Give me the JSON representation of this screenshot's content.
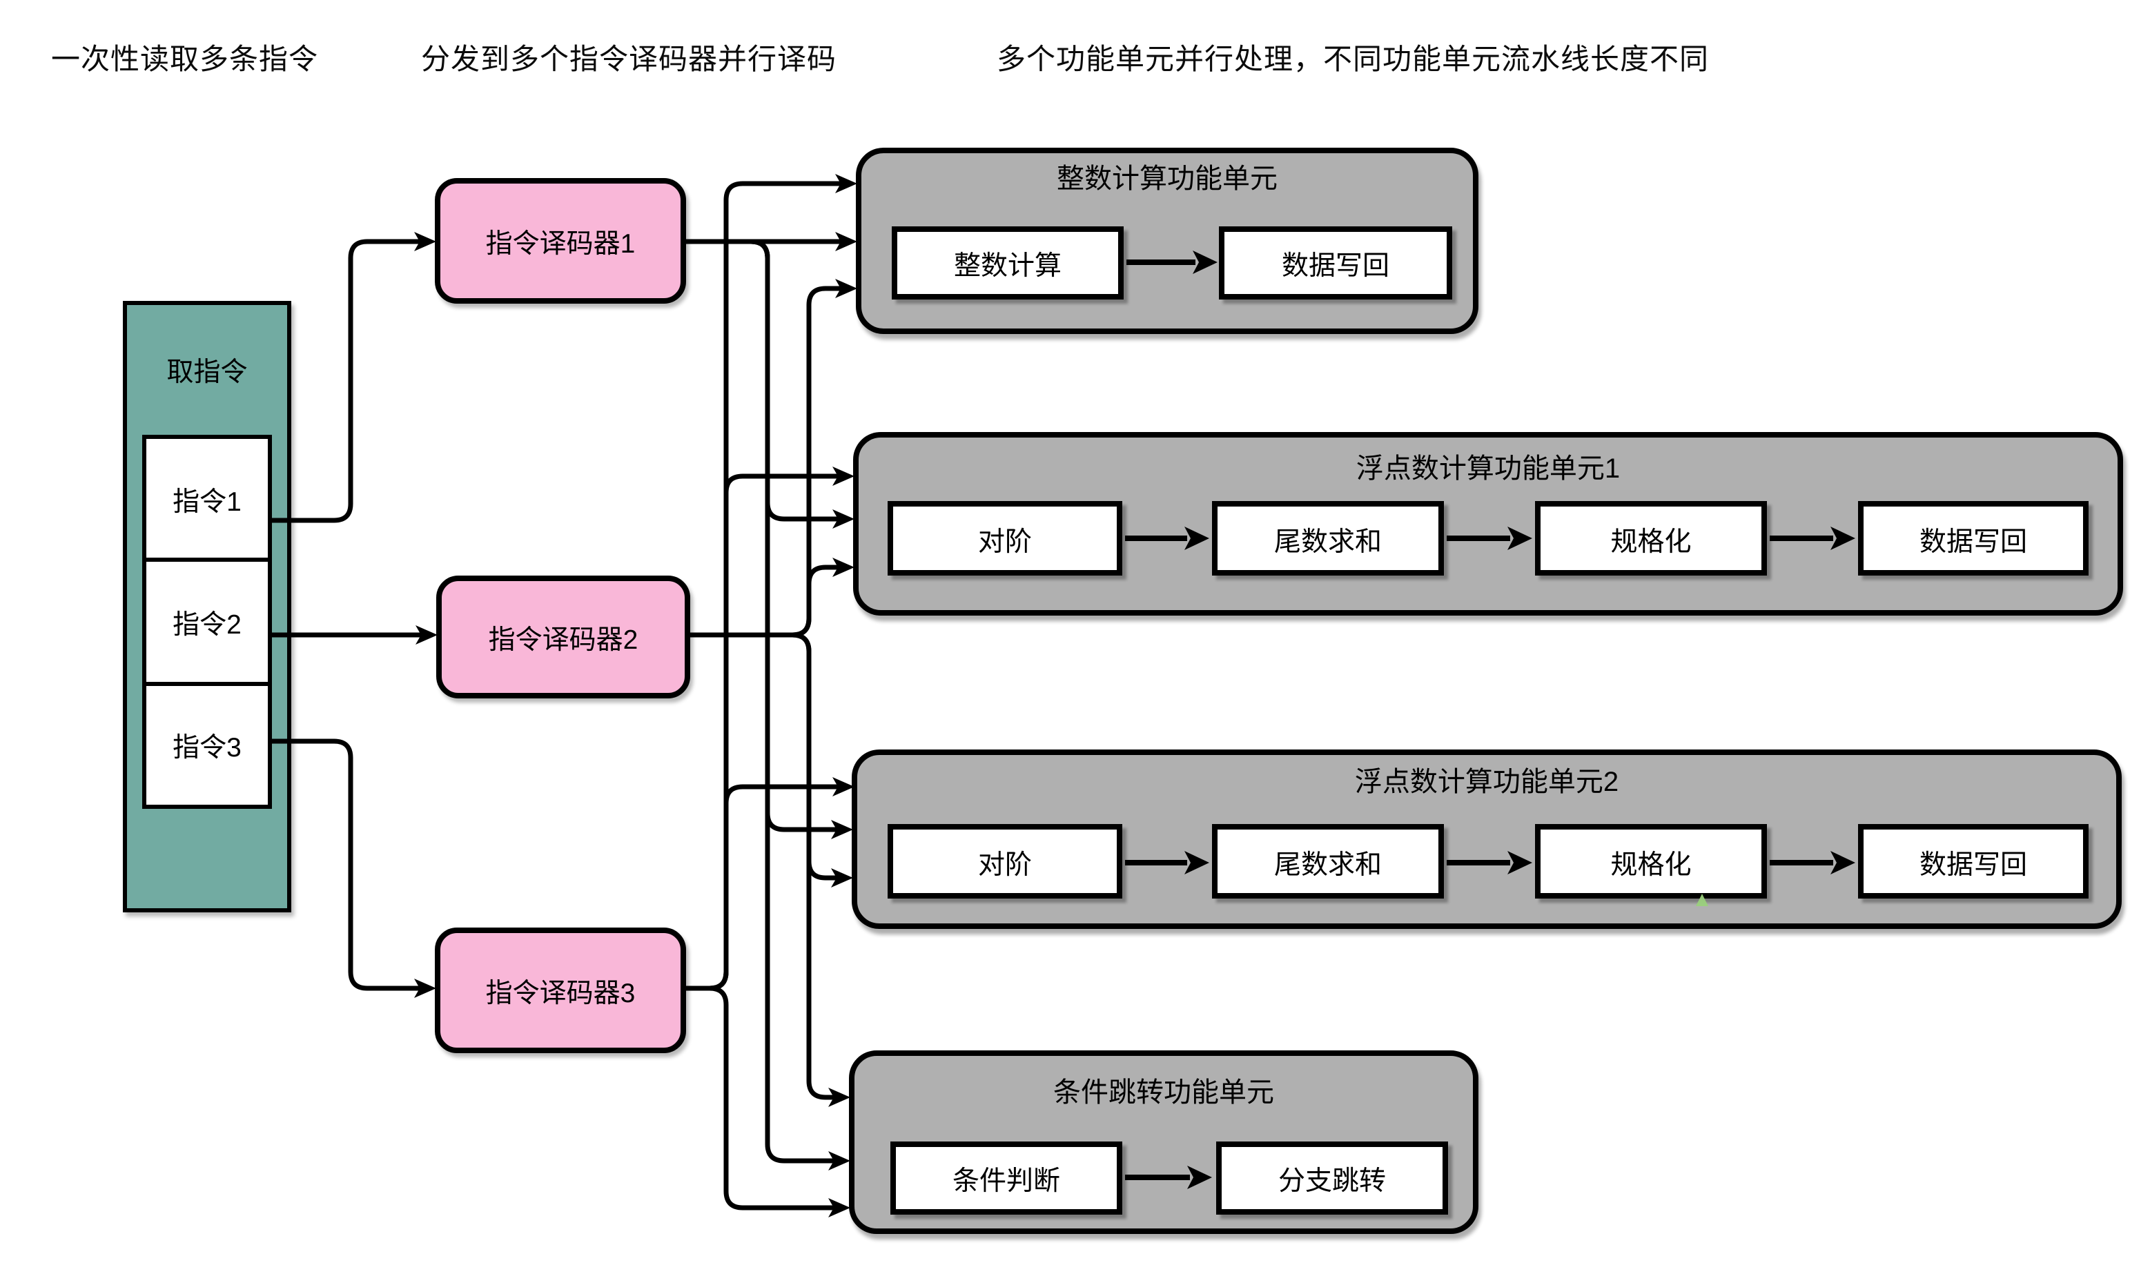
{
  "annotations": [
    "一次性读取多条指令",
    "分发到多个指令译码器并行译码",
    "多个功能单元并行处理，不同功能单元流水线长度不同"
  ],
  "fetch_unit": {
    "title": "取指令",
    "instructions": [
      "指令1",
      "指令2",
      "指令3"
    ]
  },
  "decoders": [
    "指令译码器1",
    "指令译码器2",
    "指令译码器3"
  ],
  "functional_units": [
    {
      "title": "整数计算功能单元",
      "stages": [
        "整数计算",
        "数据写回"
      ]
    },
    {
      "title": "浮点数计算功能单元1",
      "stages": [
        "对阶",
        "尾数求和",
        "规格化",
        "数据写回"
      ]
    },
    {
      "title": "浮点数计算功能单元2",
      "stages": [
        "对阶",
        "尾数求和",
        "规格化",
        "数据写回"
      ]
    },
    {
      "title": "条件跳转功能单元",
      "stages": [
        "条件判断",
        "分支跳转"
      ]
    }
  ],
  "colors": {
    "fetch_fill": "#72ABA2",
    "decoder_fill": "#F9B7D8",
    "unit_fill": "#B0B0B0",
    "stage_fill": "#FFFFFF",
    "stroke": "#000000",
    "artifact_green": "#9AD07C"
  }
}
